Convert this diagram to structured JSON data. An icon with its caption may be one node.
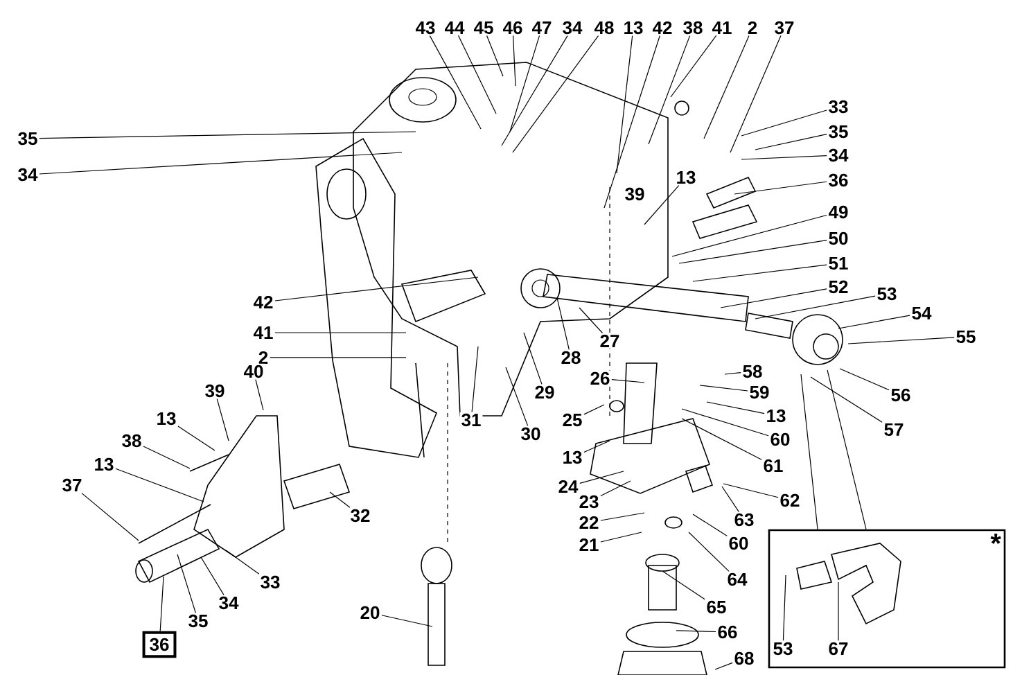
{
  "diagram": {
    "nodes": [
      {
        "text": [
          "43"
        ]
      },
      {
        "text": [
          "44"
        ]
      },
      {
        "text": [
          "45"
        ]
      },
      {
        "text": [
          "46"
        ]
      },
      {
        "text": [
          "47"
        ]
      },
      {
        "text": [
          "34"
        ]
      },
      {
        "text": [
          "48"
        ]
      },
      {
        "text": [
          "13"
        ]
      },
      {
        "text": [
          "42"
        ]
      },
      {
        "text": [
          "38"
        ]
      },
      {
        "text": [
          "41"
        ]
      },
      {
        "text": [
          "2"
        ]
      },
      {
        "text": [
          "37"
        ]
      },
      {
        "text": [
          "35"
        ]
      },
      {
        "text": [
          "34"
        ]
      },
      {
        "text": [
          "33"
        ]
      },
      {
        "text": [
          "35"
        ]
      },
      {
        "text": [
          "34"
        ]
      },
      {
        "text": [
          "13"
        ]
      },
      {
        "text": [
          "36"
        ]
      },
      {
        "text": [
          "49"
        ]
      },
      {
        "text": [
          "50"
        ]
      },
      {
        "text": [
          "51"
        ]
      },
      {
        "text": [
          "52"
        ]
      },
      {
        "text": [
          "53"
        ]
      },
      {
        "text": [
          "54"
        ]
      },
      {
        "text": [
          "55"
        ]
      },
      {
        "text": [
          "42"
        ]
      },
      {
        "text": [
          "41"
        ]
      },
      {
        "text": [
          "2"
        ]
      },
      {
        "text": [
          "28"
        ]
      },
      {
        "text": [
          "27"
        ]
      },
      {
        "text": [
          "58"
        ]
      },
      {
        "text": [
          "40"
        ]
      },
      {
        "text": [
          "26"
        ]
      },
      {
        "text": [
          "29"
        ]
      },
      {
        "text": [
          "39"
        ]
      },
      {
        "text": [
          "59"
        ]
      },
      {
        "text": [
          "56"
        ]
      },
      {
        "text": [
          "13"
        ]
      },
      {
        "text": [
          "13"
        ]
      },
      {
        "text": [
          "31"
        ]
      },
      {
        "text": [
          "25"
        ]
      },
      {
        "text": [
          "57"
        ]
      },
      {
        "text": [
          "30"
        ]
      },
      {
        "text": [
          "60"
        ]
      },
      {
        "text": [
          "38"
        ]
      },
      {
        "text": [
          "13"
        ]
      },
      {
        "text": [
          "13"
        ]
      },
      {
        "text": [
          "61"
        ]
      },
      {
        "text": [
          "37"
        ]
      },
      {
        "text": [
          "24"
        ]
      },
      {
        "text": [
          "23"
        ]
      },
      {
        "text": [
          "62"
        ]
      },
      {
        "text": [
          "32"
        ]
      },
      {
        "text": [
          "63"
        ]
      },
      {
        "text": [
          "22"
        ]
      },
      {
        "text": [
          "60"
        ]
      },
      {
        "text": [
          "21"
        ]
      },
      {
        "text": [
          "64"
        ]
      },
      {
        "text": [
          "33"
        ]
      },
      {
        "text": [
          "34"
        ]
      },
      {
        "text": [
          "65"
        ]
      },
      {
        "text": [
          "20"
        ]
      },
      {
        "text": [
          "35"
        ]
      },
      {
        "text": [
          "66"
        ]
      },
      {
        "text": [
          "36"
        ]
      },
      {
        "text": [
          "68"
        ]
      },
      {
        "text": [
          "*"
        ]
      },
      {
        "text": [
          "53"
        ],
        "in": 68
      },
      {
        "text": [
          "67"
        ],
        "in": 68
      }
    ],
    "labels": [
      "39"
    ],
    "edges": [
      {
        "from": 0,
        "to": null,
        "arrow": "none"
      },
      {
        "from": 1,
        "to": null,
        "arrow": "none"
      },
      {
        "from": 2,
        "to": null,
        "arrow": "none"
      },
      {
        "from": 3,
        "to": null,
        "arrow": "none"
      },
      {
        "from": 4,
        "to": null,
        "arrow": "none"
      },
      {
        "from": 5,
        "to": null,
        "arrow": "none"
      },
      {
        "from": 6,
        "to": null,
        "arrow": "none"
      },
      {
        "from": 7,
        "to": null,
        "arrow": "none"
      },
      {
        "from": 8,
        "to": null,
        "arrow": "none"
      },
      {
        "from": 9,
        "to": null,
        "arrow": "none"
      },
      {
        "from": 10,
        "to": null,
        "arrow": "none"
      },
      {
        "from": 11,
        "to": null,
        "arrow": "none"
      },
      {
        "from": 12,
        "to": null,
        "arrow": "none"
      },
      {
        "from": 13,
        "to": null,
        "arrow": "none"
      },
      {
        "from": 14,
        "to": null,
        "arrow": "none"
      },
      {
        "from": 15,
        "to": null,
        "arrow": "none"
      },
      {
        "from": 16,
        "to": null,
        "arrow": "none"
      },
      {
        "from": 17,
        "to": null,
        "arrow": "none"
      },
      {
        "from": 18,
        "to": null,
        "arrow": "none"
      },
      {
        "from": 19,
        "to": null,
        "arrow": "none"
      },
      {
        "from": 20,
        "to": null,
        "arrow": "none"
      },
      {
        "from": 21,
        "to": null,
        "arrow": "none"
      },
      {
        "from": 22,
        "to": null,
        "arrow": "none"
      },
      {
        "from": 23,
        "to": null,
        "arrow": "none"
      },
      {
        "from": 24,
        "to": null,
        "arrow": "none"
      },
      {
        "from": 25,
        "to": null,
        "arrow": "none"
      },
      {
        "from": 26,
        "to": null,
        "arrow": "none"
      },
      {
        "from": 27,
        "to": null,
        "arrow": "none"
      },
      {
        "from": 28,
        "to": null,
        "arrow": "none"
      },
      {
        "from": 29,
        "to": null,
        "arrow": "none"
      },
      {
        "from": 30,
        "to": null,
        "arrow": "none"
      },
      {
        "from": 31,
        "to": null,
        "arrow": "none"
      },
      {
        "from": 32,
        "to": null,
        "arrow": "none"
      },
      {
        "from": 33,
        "to": null,
        "arrow": "none"
      },
      {
        "from": 34,
        "to": null,
        "arrow": "none"
      },
      {
        "from": 35,
        "to": null,
        "arrow": "none"
      },
      {
        "from": 36,
        "to": null,
        "arrow": "none"
      },
      {
        "from": 37,
        "to": null,
        "arrow": "none"
      },
      {
        "from": 38,
        "to": null,
        "arrow": "none"
      },
      {
        "from": 39,
        "to": null,
        "arrow": "none"
      },
      {
        "from": 40,
        "to": null,
        "arrow": "none"
      },
      {
        "from": 41,
        "to": null,
        "arrow": "none"
      },
      {
        "from": 42,
        "to": null,
        "arrow": "none"
      },
      {
        "from": 43,
        "to": null,
        "arrow": "none"
      },
      {
        "from": 44,
        "to": null,
        "arrow": "none"
      },
      {
        "from": 45,
        "to": null,
        "arrow": "none"
      },
      {
        "from": 46,
        "to": null,
        "arrow": "none"
      },
      {
        "from": 47,
        "to": null,
        "arrow": "none"
      },
      {
        "from": 48,
        "to": null,
        "arrow": "none"
      },
      {
        "from": 49,
        "to": null,
        "arrow": "none"
      },
      {
        "from": 50,
        "to": null,
        "arrow": "none"
      },
      {
        "from": 51,
        "to": null,
        "arrow": "none"
      },
      {
        "from": 52,
        "to": null,
        "arrow": "none"
      },
      {
        "from": 53,
        "to": null,
        "arrow": "none"
      },
      {
        "from": 54,
        "to": null,
        "arrow": "none"
      },
      {
        "from": 55,
        "to": null,
        "arrow": "none"
      },
      {
        "from": 56,
        "to": null,
        "arrow": "none"
      },
      {
        "from": 57,
        "to": null,
        "arrow": "none"
      },
      {
        "from": 58,
        "to": null,
        "arrow": "none"
      },
      {
        "from": 59,
        "to": null,
        "arrow": "none"
      },
      {
        "from": 60,
        "to": null,
        "arrow": "none"
      },
      {
        "from": 61,
        "to": null,
        "arrow": "none"
      },
      {
        "from": 62,
        "to": null,
        "arrow": "none"
      },
      {
        "from": 63,
        "to": null,
        "arrow": "none"
      },
      {
        "from": 64,
        "to": null,
        "arrow": "none"
      },
      {
        "from": 65,
        "to": null,
        "arrow": "none"
      },
      {
        "from": 66,
        "to": null,
        "arrow": "none"
      },
      {
        "from": 67,
        "to": null,
        "arrow": "none"
      },
      {
        "from": 68,
        "to": null,
        "arrow": "none"
      },
      {
        "from": 68,
        "to": null,
        "arrow": "none"
      },
      {
        "from": 69,
        "to": null,
        "arrow": "none"
      },
      {
        "from": 70,
        "to": null,
        "arrow": "none"
      }
    ]
  }
}
